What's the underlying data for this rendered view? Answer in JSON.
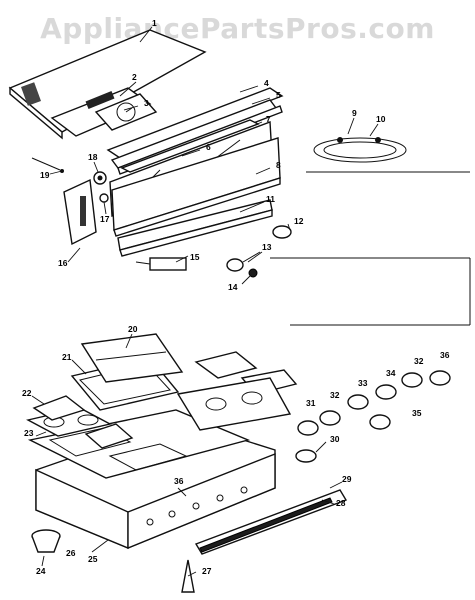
{
  "watermark": "AppliancePartsPros.com",
  "callouts": [
    {
      "id": "c1",
      "text": "1"
    },
    {
      "id": "c2",
      "text": "2"
    },
    {
      "id": "c3",
      "text": "3"
    },
    {
      "id": "c4",
      "text": "4"
    },
    {
      "id": "c5",
      "text": "5"
    },
    {
      "id": "c6",
      "text": "6"
    },
    {
      "id": "c7",
      "text": "7"
    },
    {
      "id": "c8",
      "text": "8"
    },
    {
      "id": "c9",
      "text": "9"
    },
    {
      "id": "c10",
      "text": "10"
    },
    {
      "id": "c11",
      "text": "11"
    },
    {
      "id": "c12",
      "text": "12"
    },
    {
      "id": "c13",
      "text": "13"
    },
    {
      "id": "c14",
      "text": "14"
    },
    {
      "id": "c15",
      "text": "15"
    },
    {
      "id": "c16",
      "text": "16"
    },
    {
      "id": "c17",
      "text": "17"
    },
    {
      "id": "c18",
      "text": "18"
    },
    {
      "id": "c19",
      "text": "19"
    },
    {
      "id": "c20",
      "text": "20"
    },
    {
      "id": "c21",
      "text": "21"
    },
    {
      "id": "c22",
      "text": "22"
    },
    {
      "id": "c23",
      "text": "23"
    },
    {
      "id": "c24",
      "text": "24"
    },
    {
      "id": "c25",
      "text": "25"
    },
    {
      "id": "c26",
      "text": "26"
    },
    {
      "id": "c27",
      "text": "27"
    },
    {
      "id": "c28",
      "text": "28"
    },
    {
      "id": "c29",
      "text": "29"
    },
    {
      "id": "c30",
      "text": "30"
    },
    {
      "id": "c31",
      "text": "31"
    },
    {
      "id": "c32a",
      "text": "32"
    },
    {
      "id": "c32b",
      "text": "32"
    },
    {
      "id": "c33",
      "text": "33"
    },
    {
      "id": "c34",
      "text": "34"
    },
    {
      "id": "c35",
      "text": "35"
    },
    {
      "id": "c36a",
      "text": "36"
    },
    {
      "id": "c36b",
      "text": "36"
    }
  ]
}
